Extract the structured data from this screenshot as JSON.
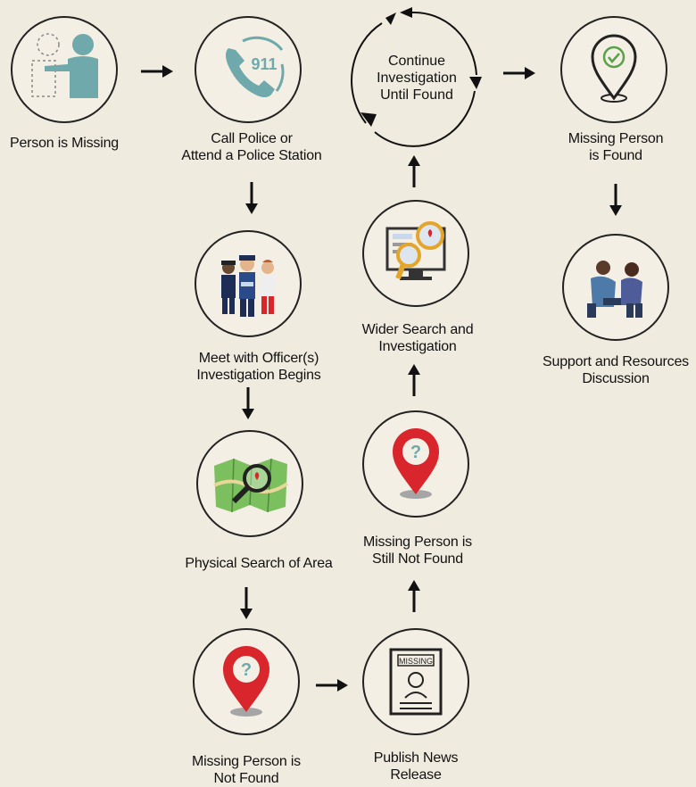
{
  "title": "",
  "steps": {
    "person_missing": "Person is Missing",
    "call_police": "Call Police or\nAttend a Police Station",
    "meet_officer": "Meet with Officer(s)\nInvestigation Begins",
    "physical_search": "Physical Search of Area",
    "not_found": "Missing Person is\nNot Found",
    "publish_news": "Publish News\nRelease",
    "still_not_found": "Missing Person is\nStill Not Found",
    "wider_search": "Wider Search and\nInvestigation",
    "continue_investigation": "Continue\nInvestigation\nUntil Found",
    "person_found": "Missing Person\nis Found",
    "support": "Support and Resources\nDiscussion"
  },
  "icons": {
    "call_text": "911",
    "missing_poster_text": "MISSING",
    "question_mark": "?"
  },
  "colors": {
    "background": "#f0ebdf",
    "teal": "#6fa9ac",
    "pin_red": "#d8262c",
    "green": "#5aa048",
    "arrow": "#111111"
  }
}
